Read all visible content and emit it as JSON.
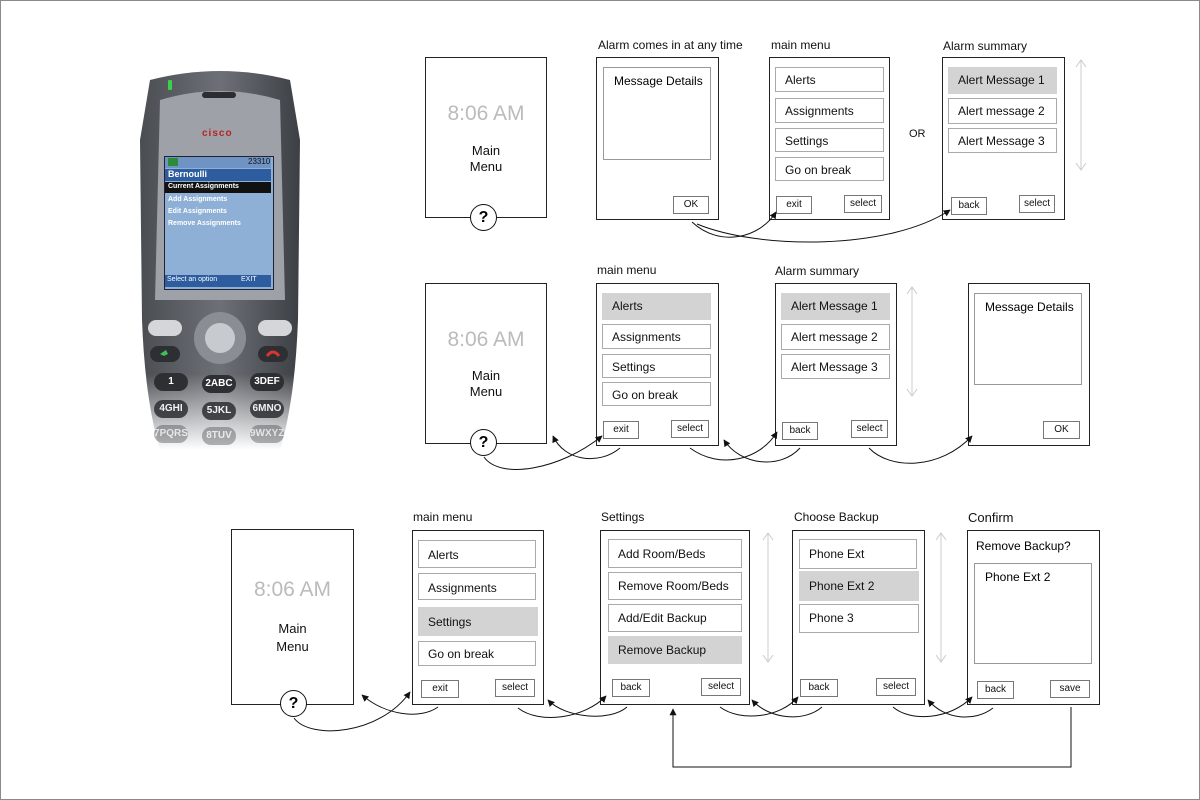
{
  "phone": {
    "status_number": "23310",
    "header": "Bernoulli",
    "menu": [
      "Current Assignments",
      "Add Assignments",
      "Edit Assignments",
      "Remove Assignments"
    ],
    "footer_left": "Select an option",
    "footer_right": "EXIT",
    "brand": "cisco",
    "keys": [
      "1",
      "2ABC",
      "3DEF",
      "4GHI",
      "5JKL",
      "6MNO",
      "7PQRS",
      "8TUV",
      "9WXYZ"
    ]
  },
  "idle": {
    "time": "8:06 AM",
    "label_line1": "Main",
    "label_line2": "Menu",
    "help": "?"
  },
  "row1": {
    "alarm_title": "Alarm comes in at any time",
    "alarm_message": "Message Details",
    "alarm_ok": "OK",
    "menu_title": "main menu",
    "menu_items": [
      "Alerts",
      "Assignments",
      "Settings",
      "Go on break"
    ],
    "menu_exit": "exit",
    "menu_select": "select",
    "or": "OR",
    "summary_title": "Alarm summary",
    "summary_items": [
      "Alert Message 1",
      "Alert message 2",
      "Alert Message 3"
    ],
    "summary_back": "back",
    "summary_select": "select"
  },
  "row2": {
    "menu_title": "main menu",
    "menu_items": [
      "Alerts",
      "Assignments",
      "Settings",
      "Go on break"
    ],
    "menu_exit": "exit",
    "menu_select": "select",
    "summary_title": "Alarm summary",
    "summary_items": [
      "Alert Message 1",
      "Alert message 2",
      "Alert Message 3"
    ],
    "summary_back": "back",
    "summary_select": "select",
    "details_message": "Message Details",
    "details_ok": "OK"
  },
  "row3": {
    "menu_title": "main menu",
    "menu_items": [
      "Alerts",
      "Assignments",
      "Settings",
      "Go on break"
    ],
    "menu_exit": "exit",
    "menu_select": "select",
    "settings_title": "Settings",
    "settings_items": [
      "Add Room/Beds",
      "Remove Room/Beds",
      "Add/Edit Backup",
      "Remove Backup"
    ],
    "settings_back": "back",
    "settings_select": "select",
    "backup_title": "Choose Backup",
    "backup_items": [
      "Phone Ext",
      "Phone Ext 2",
      "Phone 3"
    ],
    "backup_back": "back",
    "backup_select": "select",
    "confirm_title": "Confirm",
    "confirm_question": "Remove Backup?",
    "confirm_value": "Phone Ext 2",
    "confirm_back": "back",
    "confirm_save": "save"
  },
  "colors": {
    "highlight": "#d3d3d3",
    "phone_screen": "#8fb0d6",
    "phone_header": "#2d5d9e",
    "led": "#39d24a"
  }
}
